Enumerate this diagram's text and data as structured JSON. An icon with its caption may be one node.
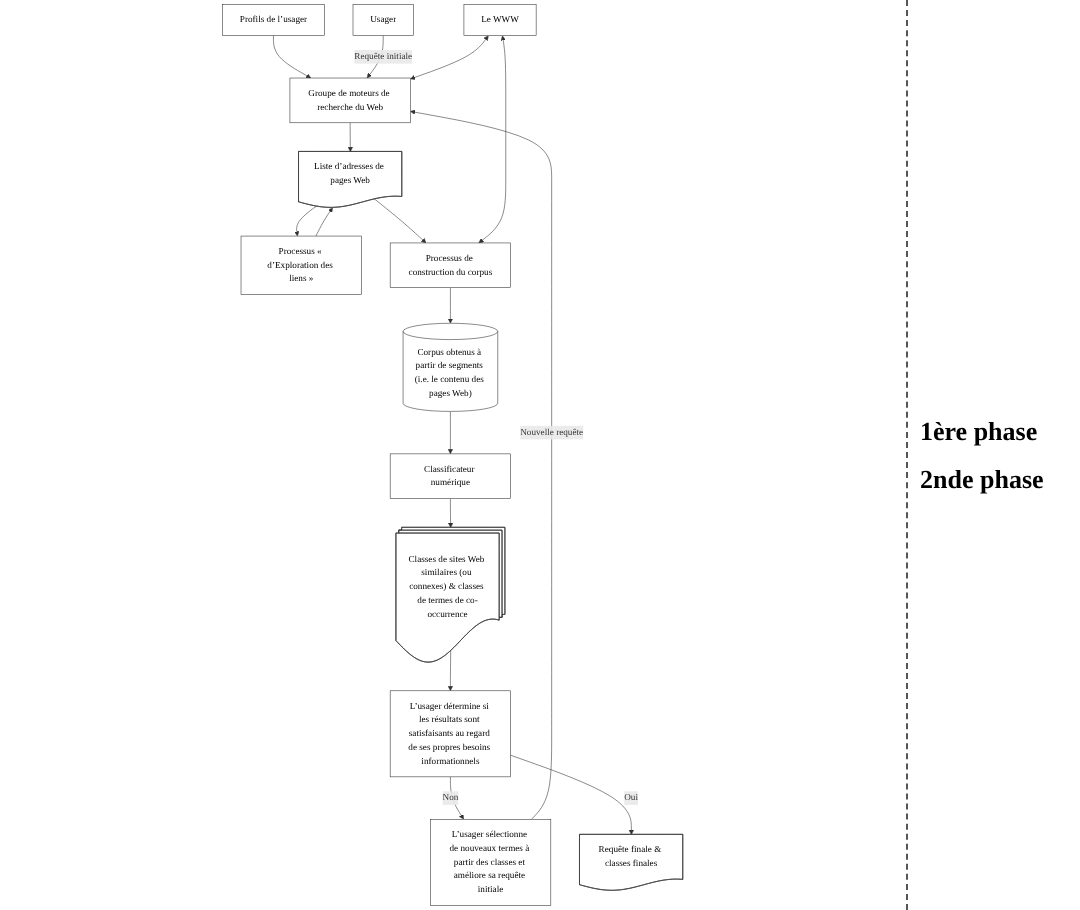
{
  "diagram": {
    "nodes": [
      {
        "text": [
          "Profils de l’usager"
        ]
      },
      {
        "text": [
          "Le WWW"
        ]
      },
      {
        "text": [
          "Processus « d’Exploration des liens »"
        ]
      },
      {
        "text": [
          "Usager"
        ]
      },
      {
        "text": [
          "Groupe de moteurs de recherche du Web"
        ]
      },
      {
        "text": [
          "Liste d’adresses de pages Web"
        ]
      },
      {
        "text": [
          "Classificateur numérique"
        ]
      },
      {
        "text": [
          "Corpus obtenus à partir de segments (i.e. le contenu des pages Web)"
        ]
      },
      {
        "text": [
          "Processus de construction du corpus"
        ]
      },
      {
        "text": [
          "Classes de sites Web similaires (ou connexes) & classes de termes de co-occurrence"
        ]
      },
      {
        "text": [
          "L’usager sélectionne de nouveaux termes à partir des classes et améliore sa requête initiale"
        ]
      },
      {
        "text": [
          "L’usager détermine si les résultats sont satisfaisants au regard de ses propres besoins informationnels"
        ]
      },
      {
        "text": [
          "Requête finale & classes finales"
        ]
      }
    ],
    "edges": [
      {
        "from": 0,
        "to": 4,
        "arrow": "to"
      },
      {
        "from": 3,
        "to": 4,
        "arrow": "to",
        "label": "Requête initiale"
      },
      {
        "from": 1,
        "to": 4,
        "arrow": "both"
      },
      {
        "from": 4,
        "to": 5,
        "arrow": "to"
      },
      {
        "from": 5,
        "to": 2,
        "arrow": "to"
      },
      {
        "from": 2,
        "to": 5,
        "arrow": "to"
      },
      {
        "from": 5,
        "to": 8,
        "arrow": "to"
      },
      {
        "from": 1,
        "to": 8,
        "arrow": "both"
      },
      {
        "from": 8,
        "to": 7,
        "arrow": "to"
      },
      {
        "from": 7,
        "to": 6,
        "arrow": "to"
      },
      {
        "from": 6,
        "to": 9,
        "arrow": "to"
      },
      {
        "from": 9,
        "to": 11,
        "arrow": "to"
      },
      {
        "from": 11,
        "to": 10,
        "arrow": "to",
        "label": "Non"
      },
      {
        "from": 11,
        "to": 12,
        "arrow": "to",
        "label": "Oui"
      },
      {
        "from": 10,
        "to": 4,
        "arrow": "to",
        "label": "Nouvelle requête"
      }
    ],
    "labels": [
      "1ère phase",
      "2nde phase"
    ]
  }
}
